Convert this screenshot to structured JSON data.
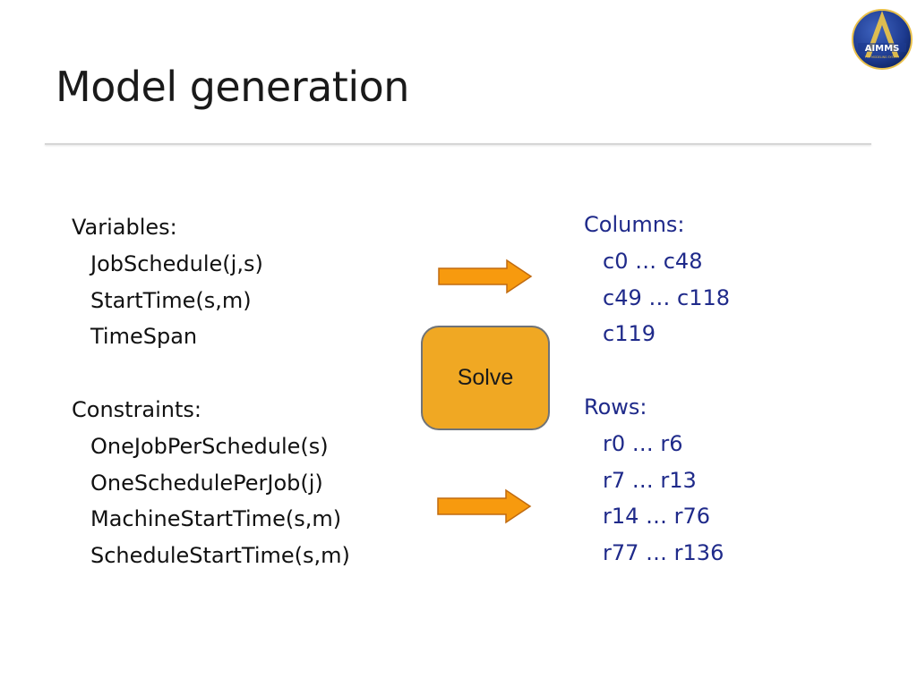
{
  "slide": {
    "title": "Model generation"
  },
  "logo": {
    "text": "AIMMS",
    "tagline": "THE MODELING SYSTEM"
  },
  "left_column": {
    "variables_heading": "Variables:",
    "variables": [
      "JobSchedule(j,s)",
      "StartTime(s,m)",
      "TimeSpan"
    ],
    "constraints_heading": "Constraints:",
    "constraints": [
      "OneJobPerSchedule(s)",
      "OneSchedulePerJob(j)",
      "MachineStartTime(s,m)",
      "ScheduleStartTime(s,m)"
    ]
  },
  "right_column": {
    "columns_heading": "Columns:",
    "columns": [
      "c0 … c48",
      "c49 … c118",
      "c119"
    ],
    "rows_heading": "Rows:",
    "rows": [
      "r0 … r6",
      "r7 … r13",
      "r14 … r76",
      "r77 … r136"
    ]
  },
  "solve_button": {
    "label": "Solve"
  },
  "colors": {
    "title": "#1a1a1a",
    "right_text": "#1f2a8a",
    "arrow_fill": "#f79a0e",
    "arrow_stroke": "#c06b10",
    "solve_fill": "#f0a823",
    "solve_border": "#6f7378"
  }
}
